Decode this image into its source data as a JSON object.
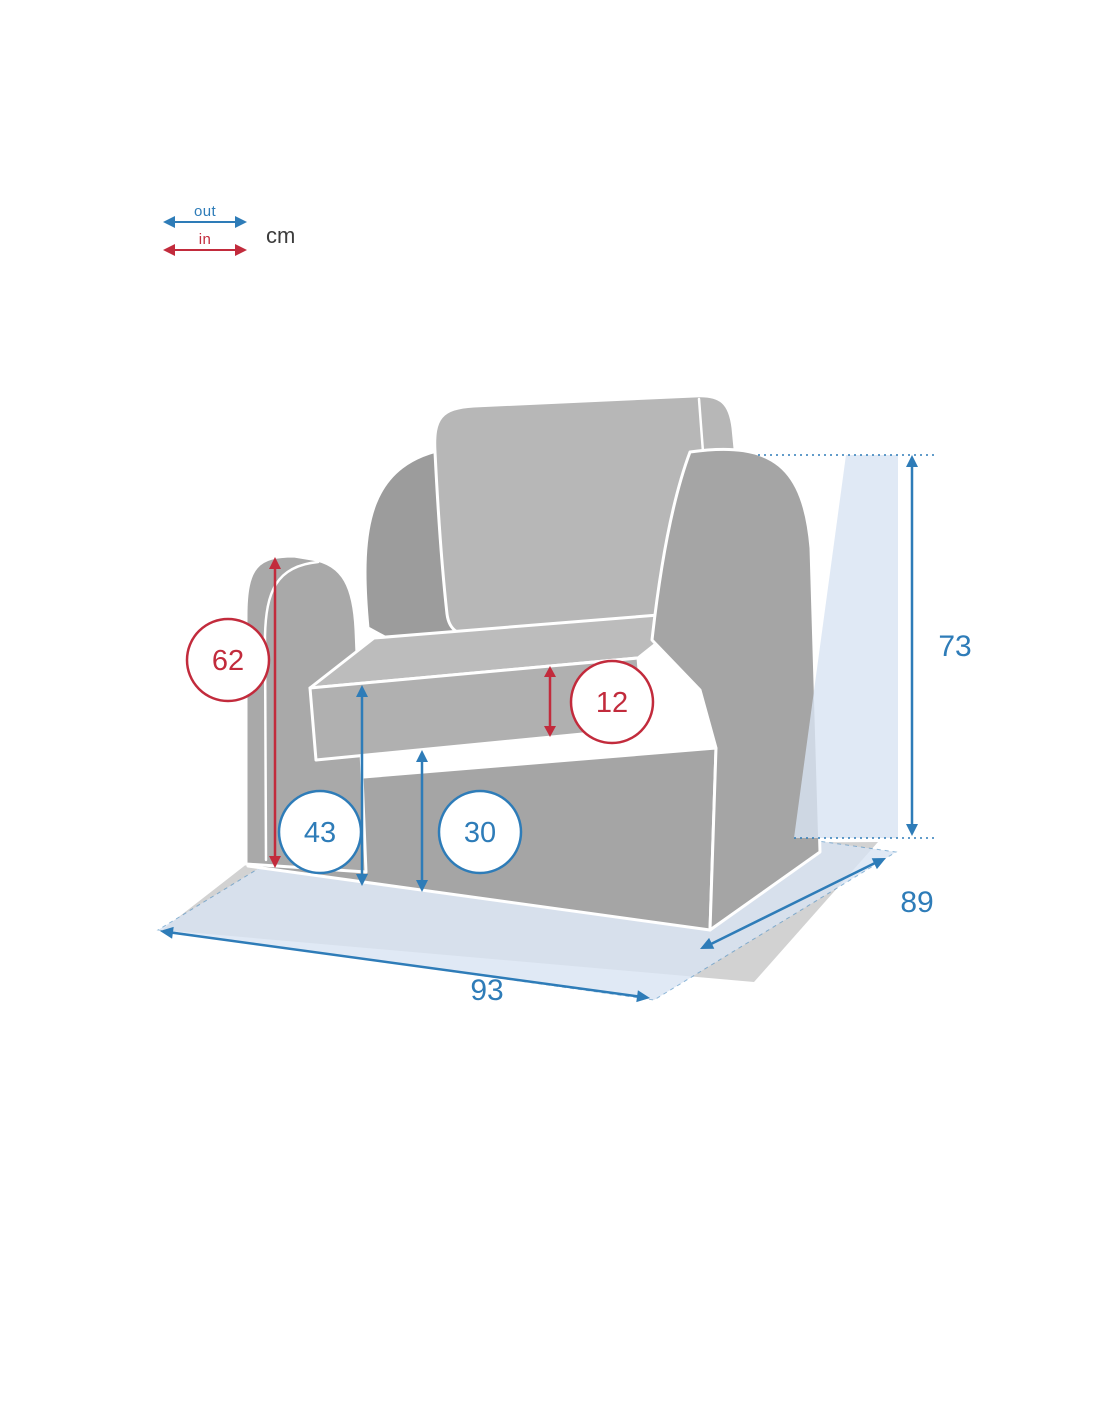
{
  "legend": {
    "out_label": "out",
    "in_label": "in",
    "unit_label": "cm"
  },
  "dimensions": {
    "total_height_cm": "73",
    "depth_cm": "89",
    "width_cm": "93",
    "armrest_height_cm": "62",
    "seat_height_cm": "43",
    "under_seat_height_cm": "30",
    "cushion_thickness_cm": "12"
  },
  "colors": {
    "out-blue": "#2e7cb8",
    "in-red": "#c22b3c",
    "plane-blue": "#d8e4f2",
    "shadow-gray": "#d2d2d2",
    "chair-dark": "#9c9c9c",
    "chair-body": "#a5a5a5",
    "chair-light": "#a9a9a9",
    "cushion-gray": "#b7b7b7",
    "seat-top": "#bcbcbc",
    "seat-front": "#b0b0b0",
    "text-dark": "#3c3c3c"
  }
}
